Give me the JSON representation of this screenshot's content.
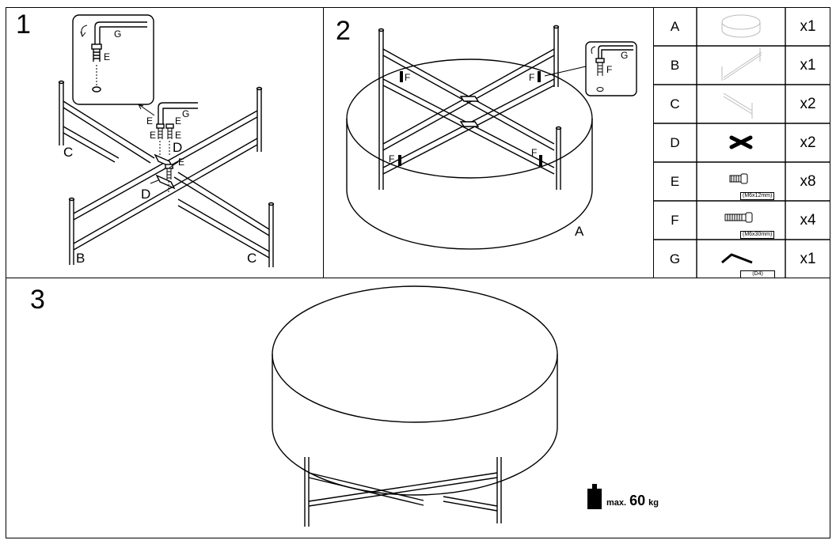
{
  "steps": [
    {
      "number": "1"
    },
    {
      "number": "2"
    },
    {
      "number": "3"
    }
  ],
  "step1_labels": {
    "c_left": "C",
    "c_right": "C",
    "b": "B",
    "d_upper": "D",
    "d_lower": "D",
    "e_zoom": "E",
    "g_zoom": "G",
    "g_main": "G",
    "e_group": [
      "E",
      "E",
      "E",
      "E",
      "E"
    ]
  },
  "step2_labels": {
    "a": "A",
    "f_list": [
      "F",
      "F",
      "F",
      "F",
      "F"
    ],
    "g_zoom": "G"
  },
  "parts": [
    {
      "letter": "A",
      "qty": "x1",
      "spec": ""
    },
    {
      "letter": "B",
      "qty": "x1",
      "spec": ""
    },
    {
      "letter": "C",
      "qty": "x2",
      "spec": ""
    },
    {
      "letter": "D",
      "qty": "x2",
      "spec": ""
    },
    {
      "letter": "E",
      "qty": "x8",
      "spec": "(M6x12mm)"
    },
    {
      "letter": "F",
      "qty": "x4",
      "spec": "(M6x30mm)"
    },
    {
      "letter": "G",
      "qty": "x1",
      "spec": "(D4)"
    }
  ],
  "max_load": {
    "prefix": "max.",
    "value": "60",
    "unit": "kg"
  },
  "icons": [
    "weight-icon",
    "hex-key-icon",
    "screw-icon",
    "cross-connector-icon"
  ]
}
